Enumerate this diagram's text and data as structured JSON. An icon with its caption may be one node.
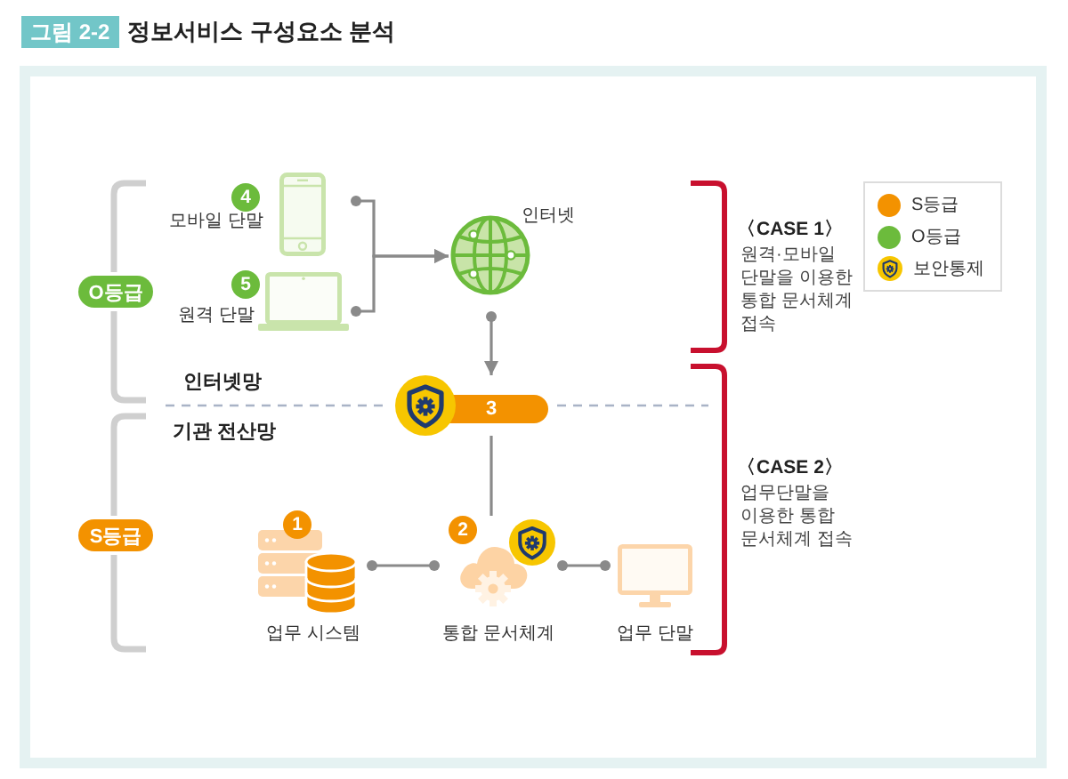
{
  "diagram": {
    "title": "정보서비스 구성요소 분석",
    "nodes": [
      {
        "text": [
          "O등급"
        ]
      },
      {
        "text": [
          "4",
          "모바일 단말"
        ]
      },
      {
        "text": [
          "5",
          "원격 단말"
        ]
      },
      {
        "text": [
          "인터넷"
        ]
      },
      {
        "text": [
          "3"
        ]
      },
      {
        "text": [
          "S등급"
        ]
      },
      {
        "text": [
          "1",
          "업무 시스템"
        ]
      },
      {
        "text": [
          "2",
          "통합 문서체계"
        ]
      },
      {
        "text": [
          "업무 단말"
        ]
      }
    ],
    "edges": [
      {
        "from": 1,
        "to": 3,
        "arrow": "to"
      },
      {
        "from": 2,
        "to": 3,
        "arrow": "to"
      },
      {
        "from": 3,
        "to": 4,
        "arrow": "to"
      },
      {
        "from": 4,
        "to": 7,
        "arrow": "none"
      },
      {
        "from": 6,
        "to": 7,
        "arrow": "other"
      },
      {
        "from": 7,
        "to": 8,
        "arrow": "other"
      }
    ],
    "labels": [
      "그림 2-2",
      "〈CASE 1〉",
      "원격·모바일 단말을 이용한 통합 문서체계 접속",
      "인터넷망",
      "기관 전산망",
      "〈CASE 2〉",
      "업무단말을 이용한 통합 문서체계 접속"
    ],
    "legend": [
      {
        "text": "S등급",
        "color": "#f39200"
      },
      {
        "text": "O등급",
        "color": "#6cbb3c"
      },
      {
        "text": "보안통제"
      }
    ]
  }
}
